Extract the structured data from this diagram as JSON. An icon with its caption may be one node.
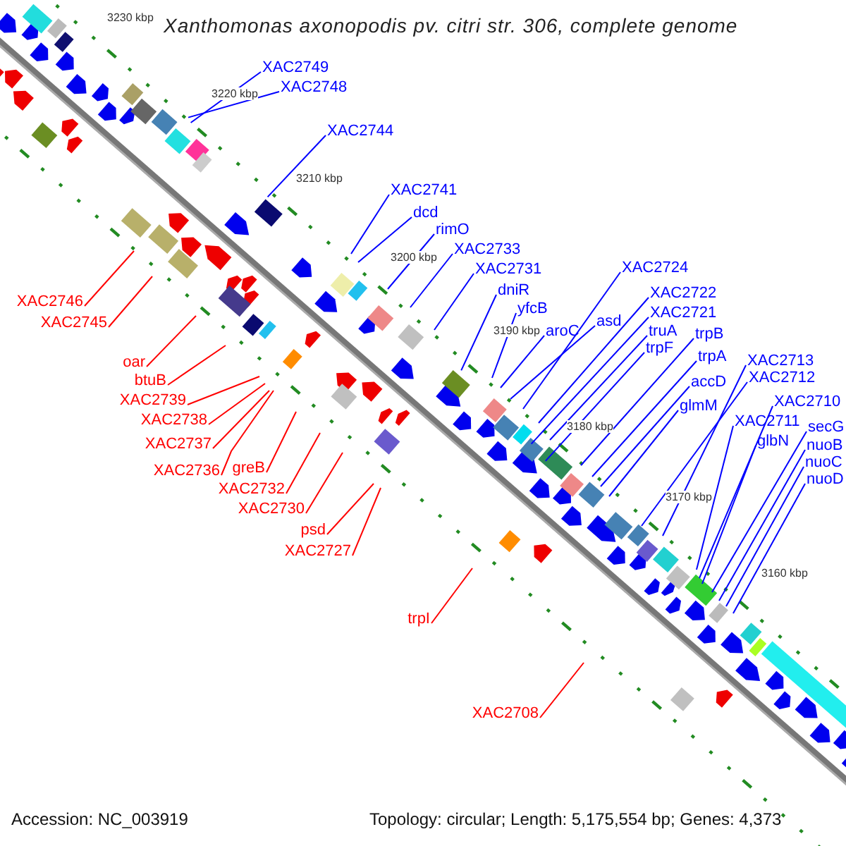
{
  "diagram": {
    "title": "Xanthomonas axonopodis pv. citri str. 306, complete genome",
    "nodes": [
      {
        "text": [
          "XAC2749"
        ]
      },
      {
        "text": [
          "XAC2748"
        ]
      },
      {
        "text": [
          "XAC2744"
        ]
      },
      {
        "text": [
          "XAC2741"
        ]
      },
      {
        "text": [
          "dcd"
        ]
      },
      {
        "text": [
          "rimO"
        ]
      },
      {
        "text": [
          "XAC2733"
        ]
      },
      {
        "text": [
          "XAC2731"
        ]
      },
      {
        "text": [
          "dniR"
        ]
      },
      {
        "text": [
          "yfcB"
        ]
      },
      {
        "text": [
          "aroC"
        ]
      },
      {
        "text": [
          "asd"
        ]
      },
      {
        "text": [
          "XAC2724"
        ]
      },
      {
        "text": [
          "XAC2722"
        ]
      },
      {
        "text": [
          "XAC2721"
        ]
      },
      {
        "text": [
          "truA"
        ]
      },
      {
        "text": [
          "trpF"
        ]
      },
      {
        "text": [
          "trpB"
        ]
      },
      {
        "text": [
          "trpA"
        ]
      },
      {
        "text": [
          "accD"
        ]
      },
      {
        "text": [
          "glmM"
        ]
      },
      {
        "text": [
          "XAC2713"
        ]
      },
      {
        "text": [
          "XAC2712"
        ]
      },
      {
        "text": [
          "XAC2710"
        ]
      },
      {
        "text": [
          "XAC2711"
        ]
      },
      {
        "text": [
          "glbN"
        ]
      },
      {
        "text": [
          "secG"
        ]
      },
      {
        "text": [
          "nuoB"
        ]
      },
      {
        "text": [
          "nuoC"
        ]
      },
      {
        "text": [
          "nuoD"
        ]
      },
      {
        "text": [
          "XAC2746"
        ]
      },
      {
        "text": [
          "XAC2745"
        ]
      },
      {
        "text": [
          "oar"
        ]
      },
      {
        "text": [
          "btuB"
        ]
      },
      {
        "text": [
          "XAC2739"
        ]
      },
      {
        "text": [
          "XAC2738"
        ]
      },
      {
        "text": [
          "XAC2737"
        ]
      },
      {
        "text": [
          "XAC2736"
        ]
      },
      {
        "text": [
          "greB"
        ]
      },
      {
        "text": [
          "XAC2732"
        ]
      },
      {
        "text": [
          "XAC2730"
        ]
      },
      {
        "text": [
          "psd"
        ]
      },
      {
        "text": [
          "XAC2727"
        ]
      },
      {
        "text": [
          "trpI"
        ]
      },
      {
        "text": [
          "XAC2708"
        ]
      }
    ],
    "edges": [
      {
        "from": 0,
        "to": null,
        "arrow": "none"
      },
      {
        "from": 1,
        "to": null,
        "arrow": "none"
      },
      {
        "from": 2,
        "to": null,
        "arrow": "none"
      },
      {
        "from": 3,
        "to": null,
        "arrow": "none"
      },
      {
        "from": 4,
        "to": null,
        "arrow": "none"
      },
      {
        "from": 5,
        "to": null,
        "arrow": "none"
      },
      {
        "from": 6,
        "to": null,
        "arrow": "none"
      },
      {
        "from": 7,
        "to": null,
        "arrow": "none"
      },
      {
        "from": 8,
        "to": null,
        "arrow": "none"
      },
      {
        "from": 9,
        "to": null,
        "arrow": "none"
      },
      {
        "from": 10,
        "to": null,
        "arrow": "none"
      },
      {
        "from": 11,
        "to": null,
        "arrow": "none"
      },
      {
        "from": 12,
        "to": null,
        "arrow": "none"
      },
      {
        "from": 13,
        "to": null,
        "arrow": "none"
      },
      {
        "from": 14,
        "to": null,
        "arrow": "none"
      },
      {
        "from": 15,
        "to": null,
        "arrow": "none"
      },
      {
        "from": 16,
        "to": null,
        "arrow": "none"
      },
      {
        "from": 17,
        "to": null,
        "arrow": "none"
      },
      {
        "from": 18,
        "to": null,
        "arrow": "none"
      },
      {
        "from": 19,
        "to": null,
        "arrow": "none"
      },
      {
        "from": 20,
        "to": null,
        "arrow": "none"
      },
      {
        "from": 21,
        "to": null,
        "arrow": "none"
      },
      {
        "from": 22,
        "to": null,
        "arrow": "none"
      },
      {
        "from": 23,
        "to": null,
        "arrow": "none"
      },
      {
        "from": 24,
        "to": null,
        "arrow": "none"
      },
      {
        "from": 25,
        "to": null,
        "arrow": "none"
      },
      {
        "from": 26,
        "to": null,
        "arrow": "none"
      },
      {
        "from": 27,
        "to": null,
        "arrow": "none"
      },
      {
        "from": 28,
        "to": null,
        "arrow": "none"
      },
      {
        "from": 29,
        "to": null,
        "arrow": "none"
      },
      {
        "from": 30,
        "to": null,
        "arrow": "none",
        "color": "#ff0000"
      },
      {
        "from": 31,
        "to": null,
        "arrow": "none",
        "color": "#ff0000"
      },
      {
        "from": 32,
        "to": null,
        "arrow": "none",
        "color": "#ff0000"
      },
      {
        "from": 33,
        "to": null,
        "arrow": "none",
        "color": "#ff0000"
      },
      {
        "from": 34,
        "to": null,
        "arrow": "none",
        "color": "#ff0000"
      },
      {
        "from": 35,
        "to": null,
        "arrow": "none",
        "color": "#ff0000"
      },
      {
        "from": 36,
        "to": null,
        "arrow": "none",
        "color": "#ff0000"
      },
      {
        "from": 37,
        "to": null,
        "arrow": "none",
        "color": "#ff0000"
      },
      {
        "from": 38,
        "to": null,
        "arrow": "none",
        "color": "#ff0000"
      },
      {
        "from": 39,
        "to": null,
        "arrow": "none",
        "color": "#ff0000"
      },
      {
        "from": 40,
        "to": null,
        "arrow": "none",
        "color": "#ff0000"
      },
      {
        "from": 41,
        "to": null,
        "arrow": "none",
        "color": "#ff0000"
      },
      {
        "from": 42,
        "to": null,
        "arrow": "none",
        "color": "#ff0000"
      },
      {
        "from": 43,
        "to": null,
        "arrow": "none",
        "color": "#ff0000"
      },
      {
        "from": 44,
        "to": null,
        "arrow": "none",
        "color": "#ff0000"
      }
    ],
    "labels": [
      "3230 kbp",
      "3220 kbp",
      "3210 kbp",
      "3200 kbp",
      "3190 kbp",
      "3180 kbp",
      "3170 kbp",
      "3160 kbp",
      "Accession: NC_003919",
      "Topology: circular; Length: 5,175,554 bp; Genes: 4,373"
    ]
  }
}
